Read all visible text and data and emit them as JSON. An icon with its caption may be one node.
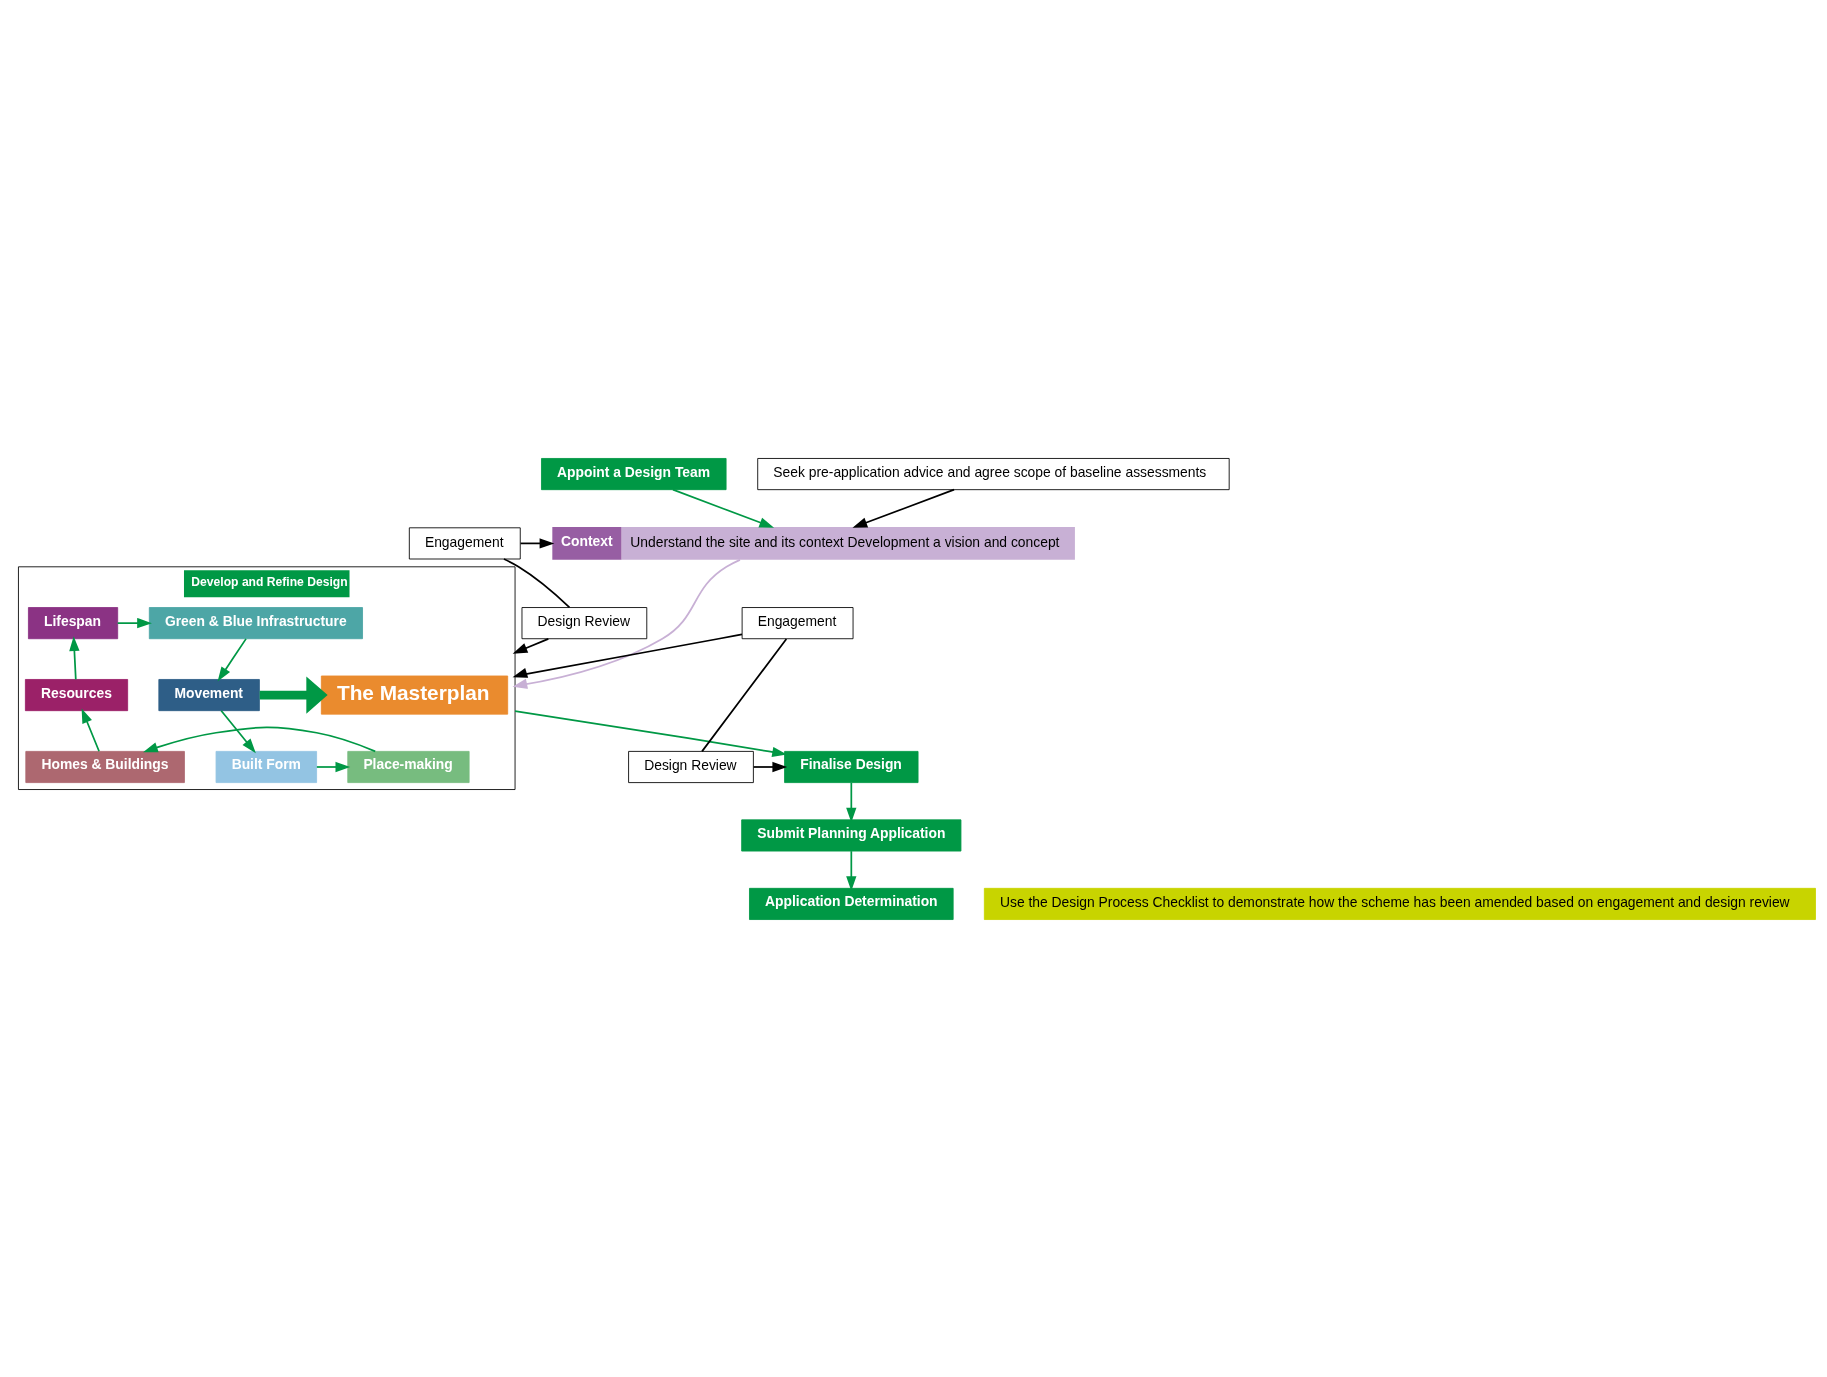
{
  "diagram": {
    "nodes": [
      {
        "text": [
          "Appoint a Design Team"
        ]
      },
      {
        "text": [
          "Seek pre-application advice and agree scope of baseline assessments"
        ]
      },
      {
        "text": [
          "Context",
          "Understand the site and its context Development a vision and concept"
        ]
      },
      {
        "text": [
          "Develop and Refine Design"
        ]
      },
      {
        "text": [
          "Lifespan"
        ],
        "in": 3
      },
      {
        "text": [
          "Green & Blue Infrastructure"
        ],
        "in": 3
      },
      {
        "text": [
          "Movement"
        ],
        "in": 3
      },
      {
        "text": [
          "Built Form"
        ],
        "in": 3
      },
      {
        "text": [
          "Place-making"
        ],
        "in": 3
      },
      {
        "text": [
          "Homes & Buildings"
        ],
        "in": 3
      },
      {
        "text": [
          "Resources"
        ],
        "in": 3
      },
      {
        "text": [
          "The Masterplan"
        ],
        "in": 3
      },
      {
        "text": [
          "Engagement"
        ]
      },
      {
        "text": [
          "Design Review"
        ]
      },
      {
        "text": [
          "Engagement"
        ]
      },
      {
        "text": [
          "Design Review"
        ]
      },
      {
        "text": [
          "Finalise Design"
        ]
      },
      {
        "text": [
          "Submit Planning Application"
        ]
      },
      {
        "text": [
          "Application Determination"
        ]
      },
      {
        "text": [
          "Use the Design Process Checklist to demonstrate how the scheme has been amended based on engagement and design review"
        ]
      }
    ],
    "edges": [
      {
        "from": 0,
        "to": 2,
        "arrow": "to"
      },
      {
        "from": 2,
        "to": 3,
        "arrow": "to",
        "color": "#c8b0d5"
      },
      {
        "from": 4,
        "to": 5,
        "arrow": "to"
      },
      {
        "from": 5,
        "to": 6,
        "arrow": "to"
      },
      {
        "from": 6,
        "to": 7,
        "arrow": "to"
      },
      {
        "from": 7,
        "to": 8,
        "arrow": "to"
      },
      {
        "from": 8,
        "to": 9,
        "arrow": "to"
      },
      {
        "from": 9,
        "to": 10,
        "arrow": "to"
      },
      {
        "from": 10,
        "to": 4,
        "arrow": "to"
      },
      {
        "from": 6,
        "to": 11,
        "arrow": "to",
        "style": "thick"
      },
      {
        "from": 3,
        "to": 16,
        "arrow": "to"
      },
      {
        "from": 16,
        "to": 17,
        "arrow": "to"
      },
      {
        "from": 17,
        "to": 18,
        "arrow": "to"
      },
      {
        "from": 1,
        "to": 2,
        "arrow": "to",
        "color": "#000000"
      },
      {
        "from": 12,
        "to": 2,
        "arrow": "to",
        "color": "#000000"
      },
      {
        "from": 12,
        "to": 13,
        "arrow": "none",
        "color": "#000000"
      },
      {
        "from": 13,
        "to": 3,
        "arrow": "to",
        "color": "#000000"
      },
      {
        "from": 14,
        "to": 3,
        "arrow": "to",
        "color": "#000000"
      },
      {
        "from": 14,
        "to": 15,
        "arrow": "none",
        "color": "#000000"
      },
      {
        "from": 15,
        "to": 16,
        "arrow": "to",
        "color": "#000000"
      }
    ]
  }
}
